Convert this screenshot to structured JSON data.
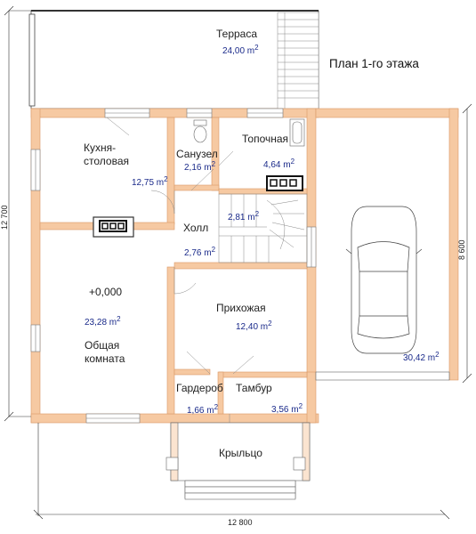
{
  "title": "План 1-го этажа",
  "rooms": {
    "terrace": {
      "name": "Терраса",
      "area": "24,00 m",
      "sup": "2"
    },
    "kitchen": {
      "name_line1": "Кухня-",
      "name_line2": "столовая",
      "area": "12,75 m",
      "sup": "2"
    },
    "wc": {
      "name": "Санузел",
      "area": "2,16 m",
      "sup": "2"
    },
    "boiler": {
      "name": "Топочная",
      "area": "4,64 m",
      "sup": "2"
    },
    "stair": {
      "area": "2,81 m",
      "sup": "2"
    },
    "hall": {
      "name": "Холл",
      "area": "2,76 m",
      "sup": "2"
    },
    "living": {
      "level": "+0,000",
      "area": "23,28 m",
      "sup": "2",
      "name_line1": "Общая",
      "name_line2": "комната"
    },
    "entrance": {
      "name": "Прихожая",
      "area": "12,40 m",
      "sup": "2"
    },
    "wardrobe": {
      "name": "Гардероб",
      "area": "1,66 m",
      "sup": "2"
    },
    "vestibule": {
      "name": "Тамбур",
      "area": "3,56 m",
      "sup": "2"
    },
    "porch": {
      "name": "Крыльцо"
    },
    "garage": {
      "area": "30,42 m",
      "sup": "2"
    }
  },
  "dimensions": {
    "left": "12 700",
    "right": "8 600",
    "bottom": "12 800"
  },
  "colors": {
    "wall_fill": "#f6c9a2",
    "area_text": "#1a2a8a"
  }
}
